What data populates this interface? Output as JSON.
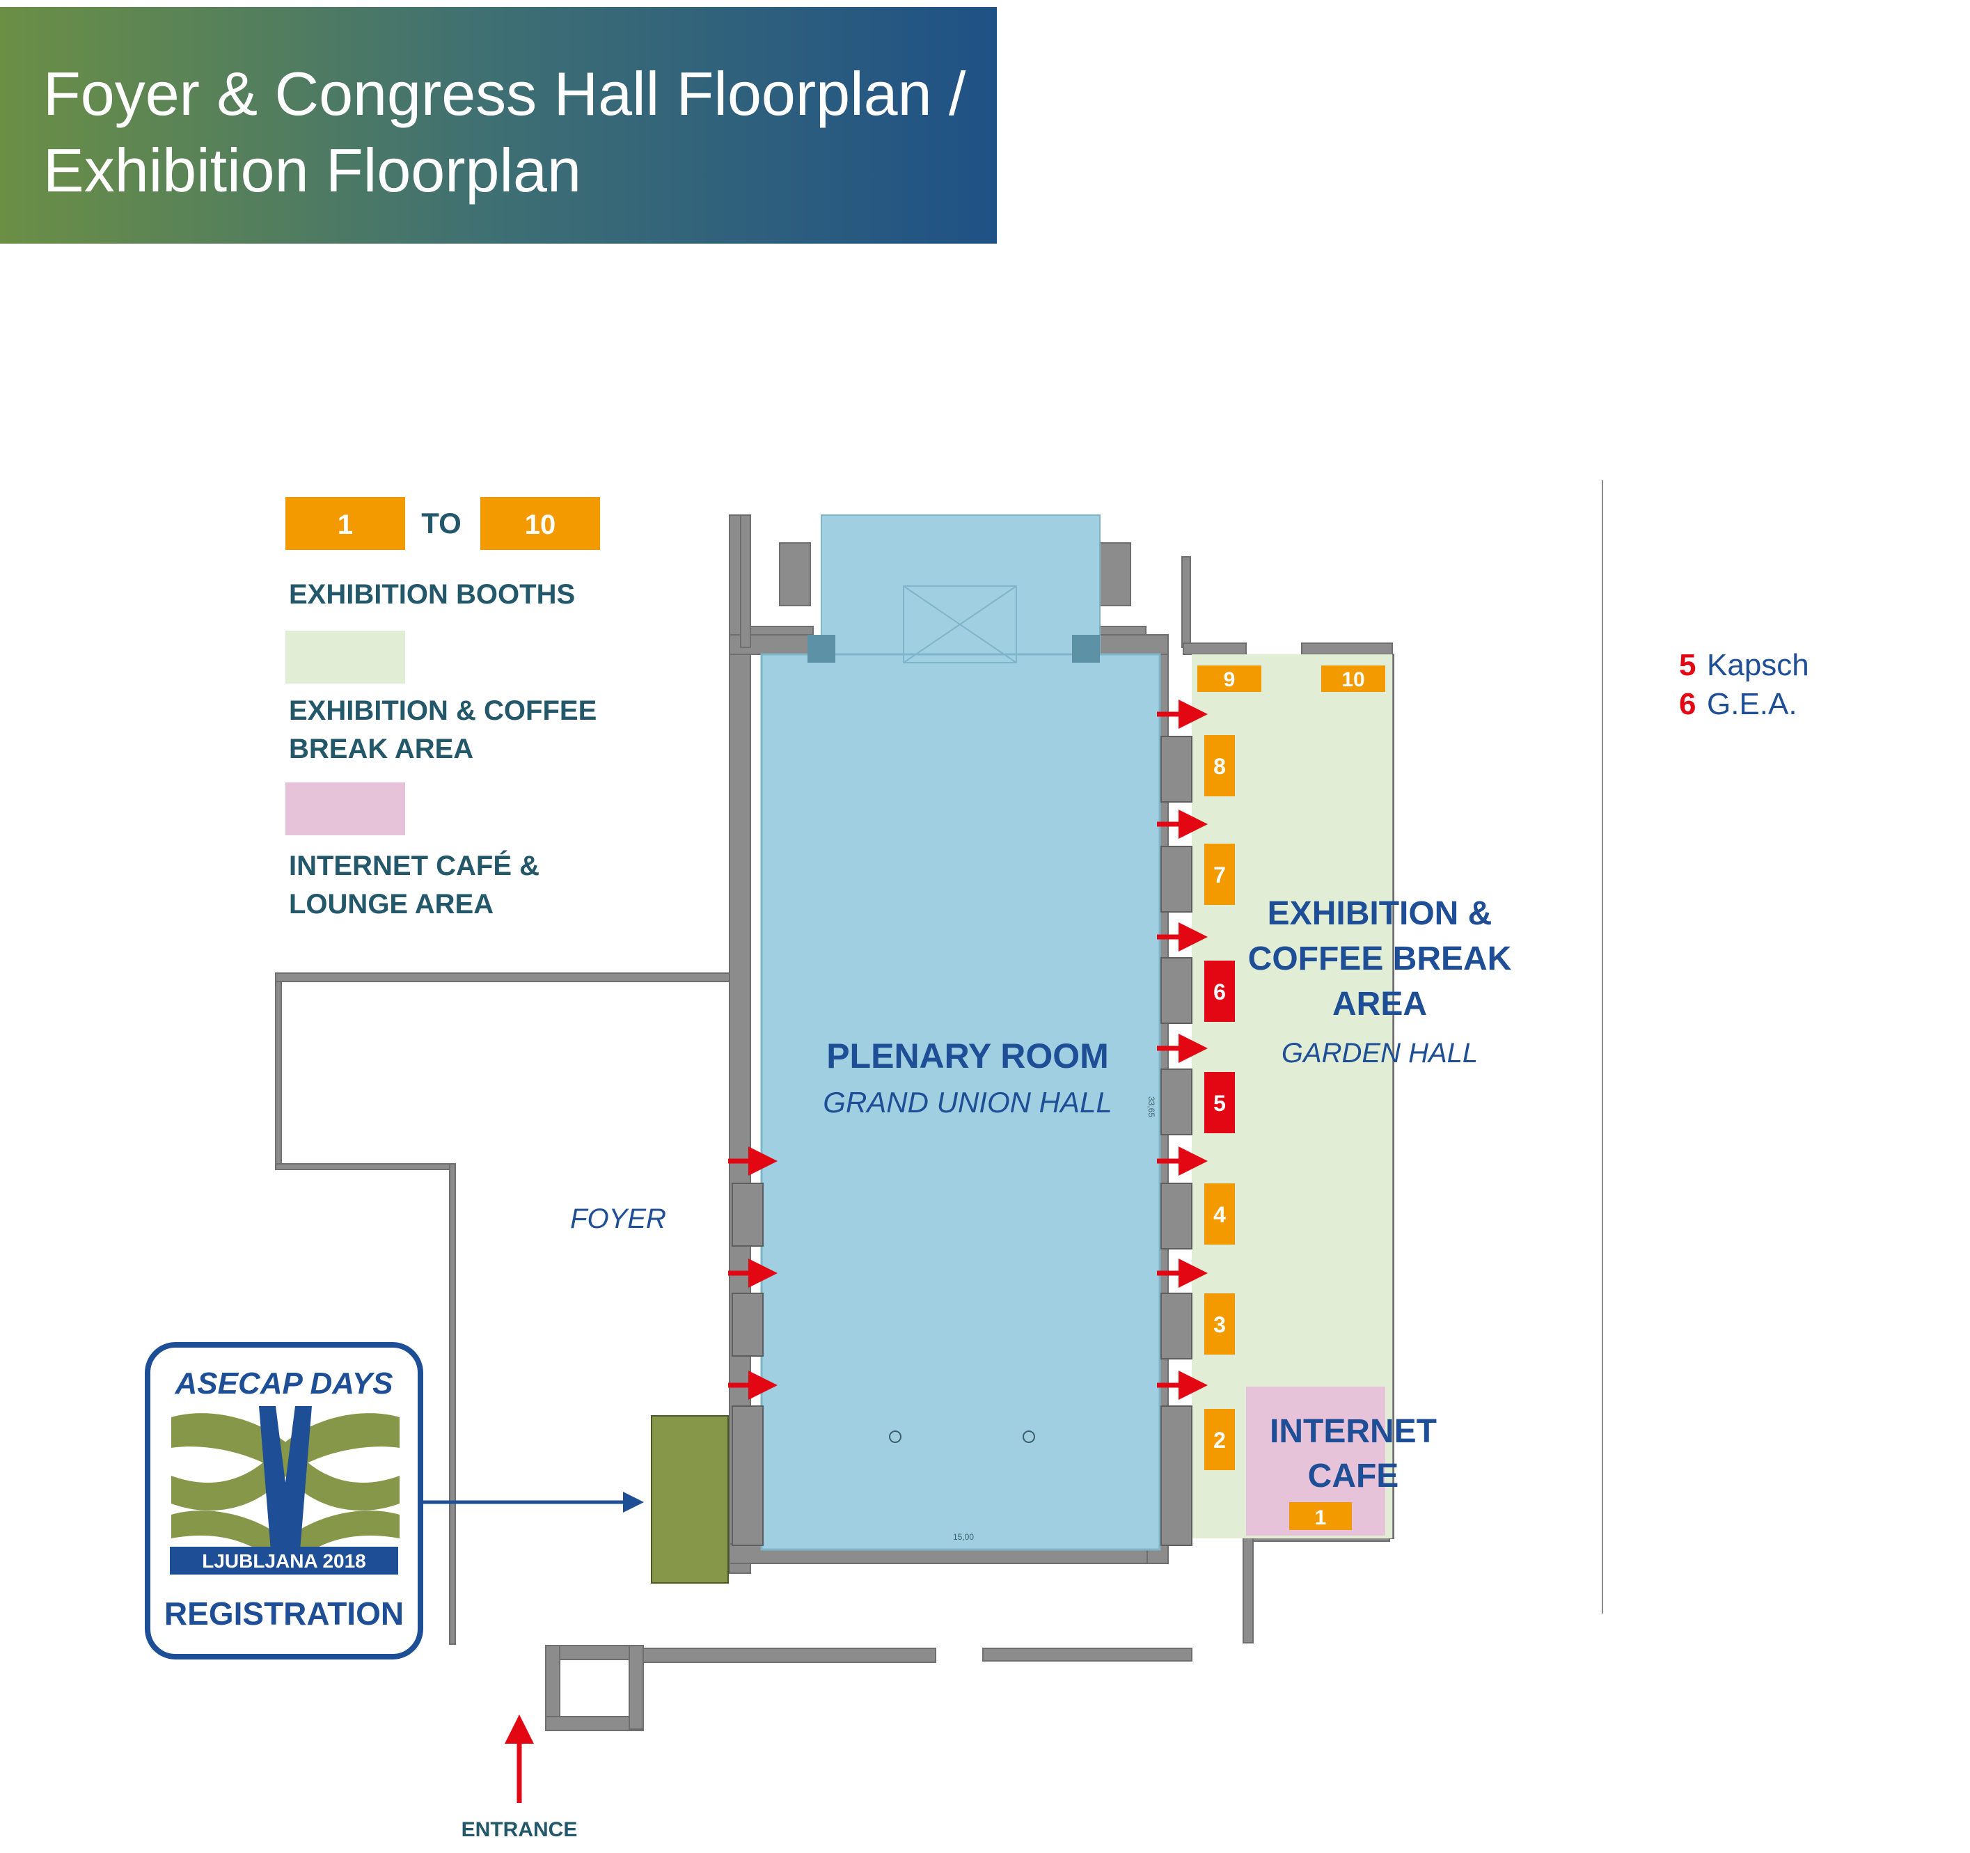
{
  "header": {
    "title_line1": "Foyer & Congress Hall Floorplan /",
    "title_line2": "Exhibition Floorplan"
  },
  "legend": {
    "booth_from": "1",
    "booth_to_word": "TO",
    "booth_to": "10",
    "booths_label": "EXHIBITION BOOTHS",
    "coffee_label_line1": "EXHIBITION & COFFEE",
    "coffee_label_line2": "BREAK AREA",
    "cafe_label_line1": "INTERNET CAFÉ &",
    "cafe_label_line2": "LOUNGE AREA"
  },
  "rooms": {
    "plenary_title": "PLENARY ROOM",
    "plenary_subtitle": "GRAND UNION HALL",
    "exhibition_line1": "EXHIBITION &",
    "exhibition_line2": "COFFEE BREAK",
    "exhibition_line3": "AREA",
    "exhibition_subtitle": "GARDEN HALL",
    "foyer": "FOYER",
    "internet_line1": "INTERNET",
    "internet_line2": "CAFE",
    "entrance": "ENTRANCE"
  },
  "dimensions": {
    "hall_width": "15,00",
    "hall_length": "33,65"
  },
  "booths": [
    "1",
    "2",
    "3",
    "4",
    "5",
    "6",
    "7",
    "8",
    "9",
    "10"
  ],
  "highlighted_booths": [
    "5",
    "6"
  ],
  "exhibitors": [
    {
      "number": "5",
      "name": "Kapsch"
    },
    {
      "number": "6",
      "name": "G.E.A."
    }
  ],
  "registration_logo": {
    "name": "ASECAP DAYS",
    "location": "LJUBLJANA 2018",
    "label": "REGISTRATION"
  },
  "colors": {
    "booth": "#f29a00",
    "booth_highlight": "#e30613",
    "coffee_area": "#e1edd5",
    "cafe_area": "#e7c3da",
    "plenary": "#9fcfe0",
    "registration_desk": "#86974a",
    "legend_text": "#22586a",
    "room_text": "#1e4e96",
    "wall": "#8c8c8c"
  }
}
